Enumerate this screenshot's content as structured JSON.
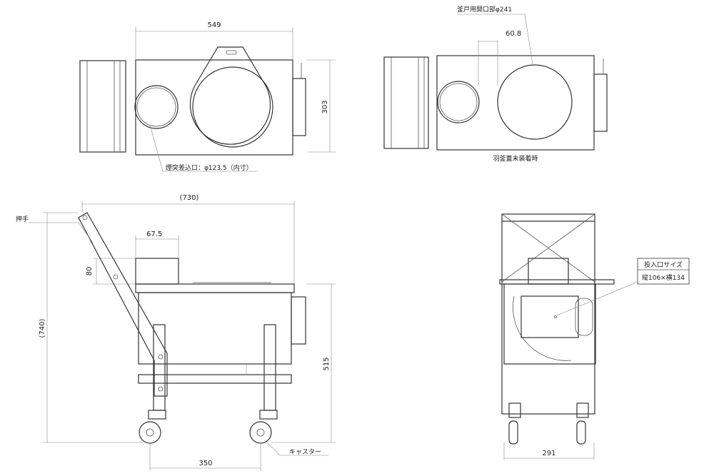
{
  "top_view_left": {
    "width_dim": "549",
    "height_dim": "303",
    "chimney_label": "煙突差込口：φ123.5（内寸）"
  },
  "top_view_right": {
    "opening_label": "釜戸用開口部φ241",
    "offset_dim": "60.8",
    "caption": "羽釜蓋未装着時"
  },
  "side_view": {
    "overall_width": "(730)",
    "overall_height": "(740)",
    "chimney_width": "67.5",
    "chimney_height": "80",
    "body_height": "515",
    "wheelbase": "350",
    "handle_label": "押手",
    "caster_label": "キャスター"
  },
  "front_view": {
    "width_dim": "291",
    "inlet_title": "投入口サイズ",
    "inlet_size": "縦106×横134"
  }
}
